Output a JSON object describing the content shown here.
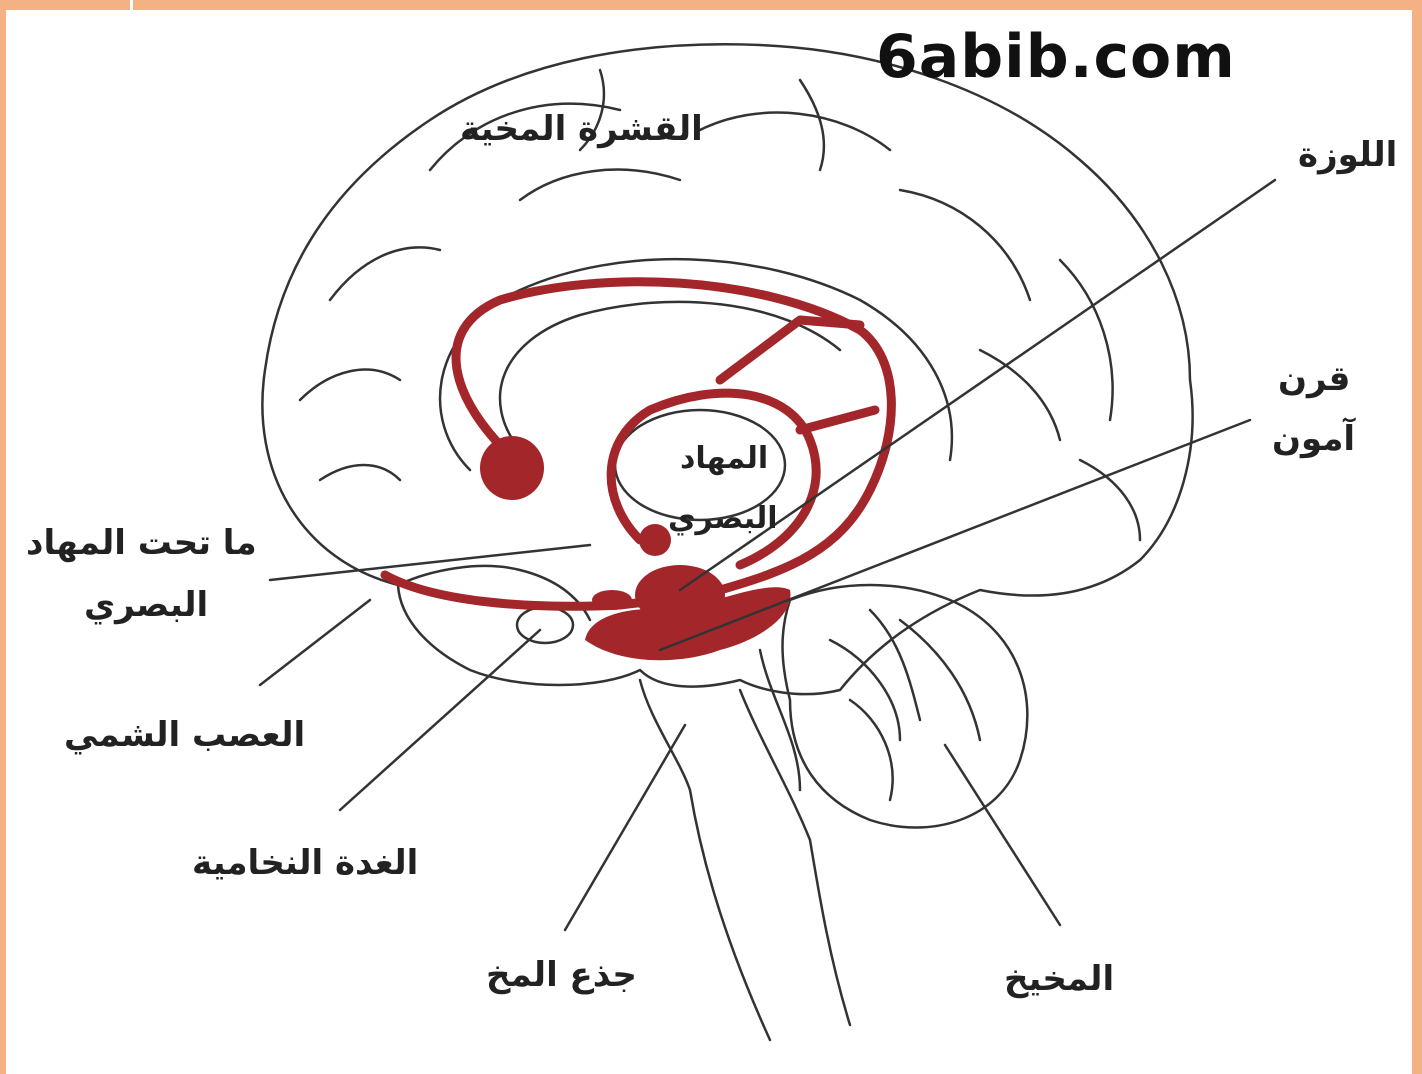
{
  "watermark": "6abib.com",
  "labels": {
    "cortex": "القشرة المخية",
    "amygdala": "اللوزة",
    "hippocampus_1": "قرن",
    "hippocampus_2": "آمون",
    "thalamus_1": "المهاد",
    "thalamus_2": "البصري",
    "hypothalamus_1": "ما تحت المهاد",
    "hypothalamus_2": "البصري",
    "olfactory_nerve": "العصب الشمي",
    "pituitary": "الغدة النخامية",
    "brainstem": "جذع المخ",
    "cerebellum": "المخيخ"
  },
  "colors": {
    "frame": "#f4b183",
    "limbic": "#a3262a",
    "outline": "#333333"
  }
}
